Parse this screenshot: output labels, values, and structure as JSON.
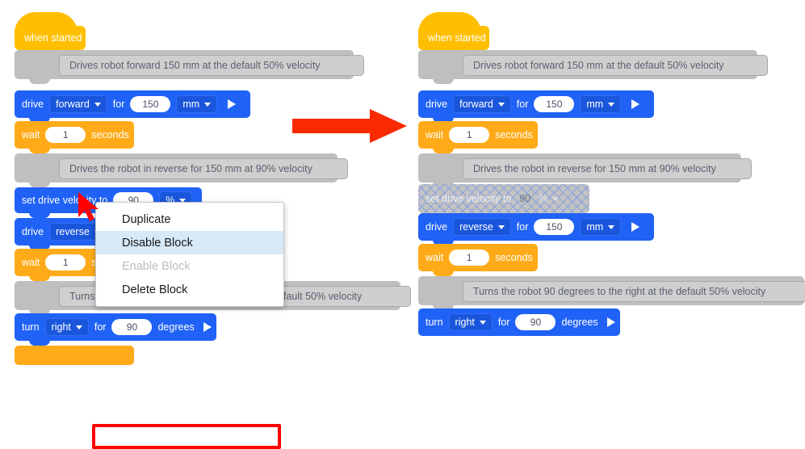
{
  "app": {
    "title": "VEXcode block editor — Disable Block comparison"
  },
  "colors": {
    "motion_blue": "#2062f5",
    "control_orange": "#FFAB19",
    "event_yellow": "#FFBF00",
    "comment_gray": "#BFBFBF",
    "disabled_gray": "#C3C3C3",
    "highlight_red": "#FF0000",
    "menu_selected": "#d7e8f7"
  },
  "left_panel": {
    "name": "before-disable",
    "blocks": [
      {
        "kind": "hat",
        "label": "when started"
      },
      {
        "kind": "comment",
        "text": "Drives robot forward 150 mm at the default 50% velocity"
      },
      {
        "kind": "motion",
        "words": [
          "drive",
          "for"
        ],
        "dropdowns": [
          "forward",
          "mm"
        ],
        "value": "150",
        "has_play": true
      },
      {
        "kind": "control",
        "words": [
          "wait",
          "seconds"
        ],
        "value": "1"
      },
      {
        "kind": "comment",
        "text": "Drives the robot in reverse for 150 mm at 90% velocity"
      },
      {
        "kind": "motion",
        "words": [
          "set drive velocity to"
        ],
        "dropdowns": [
          "%"
        ],
        "value": "90",
        "has_play": false
      },
      {
        "kind": "motion",
        "words": [
          "drive",
          "for"
        ],
        "dropdowns": [
          "reverse",
          "mm"
        ],
        "value": "150",
        "has_play": true
      },
      {
        "kind": "control",
        "words": [
          "wait",
          "seconds"
        ],
        "value": "1"
      },
      {
        "kind": "comment",
        "text": "Turns the robot 90 degrees to the right at the default 50% velocity"
      },
      {
        "kind": "motion",
        "words": [
          "turn",
          "for",
          "degrees"
        ],
        "dropdowns": [
          "right"
        ],
        "value": "90",
        "has_play": true
      }
    ]
  },
  "right_panel": {
    "name": "after-disable",
    "blocks": [
      {
        "kind": "hat",
        "label": "when started"
      },
      {
        "kind": "comment",
        "text": "Drives robot forward 150 mm at the default 50% velocity"
      },
      {
        "kind": "motion",
        "words": [
          "drive",
          "for"
        ],
        "dropdowns": [
          "forward",
          "mm"
        ],
        "value": "150",
        "has_play": true
      },
      {
        "kind": "control",
        "words": [
          "wait",
          "seconds"
        ],
        "value": "1"
      },
      {
        "kind": "comment",
        "text": "Drives the robot in reverse for 150 mm at 90% velocity"
      },
      {
        "kind": "disabled",
        "words": [
          "set drive velocity to"
        ],
        "dropdowns": [
          "%"
        ],
        "value": "90"
      },
      {
        "kind": "motion",
        "words": [
          "drive",
          "for"
        ],
        "dropdowns": [
          "reverse",
          "mm"
        ],
        "value": "150",
        "has_play": true
      },
      {
        "kind": "control",
        "words": [
          "wait",
          "seconds"
        ],
        "value": "1"
      },
      {
        "kind": "comment",
        "text": "Turns the robot 90 degrees to the right at the default 50% velocity"
      },
      {
        "kind": "motion",
        "words": [
          "turn",
          "for",
          "degrees"
        ],
        "dropdowns": [
          "right"
        ],
        "value": "90",
        "has_play": true
      }
    ]
  },
  "left_blocks": {
    "hat_label": "when started",
    "comment1": "Drives robot forward 150 mm at the default 50% velocity",
    "drive1_label": "drive",
    "drive1_dir": "forward",
    "drive1_for": "for",
    "drive1_value": "150",
    "drive1_unit": "mm",
    "wait1_label": "wait",
    "wait1_value": "1",
    "wait1_unit": "seconds",
    "comment2": "Drives the robot in reverse for 150 mm at 90% velocity",
    "setvel_label": "set drive velocity to",
    "setvel_value": "90",
    "setvel_unit": "%",
    "drive2_label": "drive",
    "drive2_dir": "reverse",
    "wait2_label": "wait",
    "wait2_value": "1",
    "wait2_unit": "sec",
    "comment3": "Turns the robot 90 degrees to the right at the default 50% velocity",
    "turn_label": "turn",
    "turn_dir": "right",
    "turn_for": "for",
    "turn_value": "90",
    "turn_unit": "degrees"
  },
  "right_blocks": {
    "hat_label": "when started",
    "comment1": "Drives robot forward 150 mm at the default 50% velocity",
    "drive1_label": "drive",
    "drive1_dir": "forward",
    "drive1_for": "for",
    "drive1_value": "150",
    "drive1_unit": "mm",
    "wait1_label": "wait",
    "wait1_value": "1",
    "wait1_unit": "seconds",
    "comment2": "Drives the robot in reverse for 150 mm at 90% velocity",
    "setvel_label": "set drive velocity to",
    "setvel_value": "90",
    "setvel_unit": "%",
    "drive2_label": "drive",
    "drive2_dir": "reverse",
    "drive2_for": "for",
    "drive2_value": "150",
    "drive2_unit": "mm",
    "wait2_label": "wait",
    "wait2_value": "1",
    "wait2_unit": "seconds",
    "comment3": "Turns the robot 90 degrees to the right at the default 50% velocity",
    "turn_label": "turn",
    "turn_dir": "right",
    "turn_for": "for",
    "turn_value": "90",
    "turn_unit": "degrees"
  },
  "context_menu": {
    "items": [
      {
        "label": "Duplicate",
        "state": "normal"
      },
      {
        "label": "Disable Block",
        "state": "selected"
      },
      {
        "label": "Enable Block",
        "state": "disabled"
      },
      {
        "label": "Delete Block",
        "state": "normal"
      }
    ],
    "highlighted_item": "Disable Block"
  },
  "annotations": {
    "arrow": "red-right-arrow",
    "cursor": "red-mouse-pointer",
    "highlight_box": "red-rectangle-around-disable-block"
  }
}
